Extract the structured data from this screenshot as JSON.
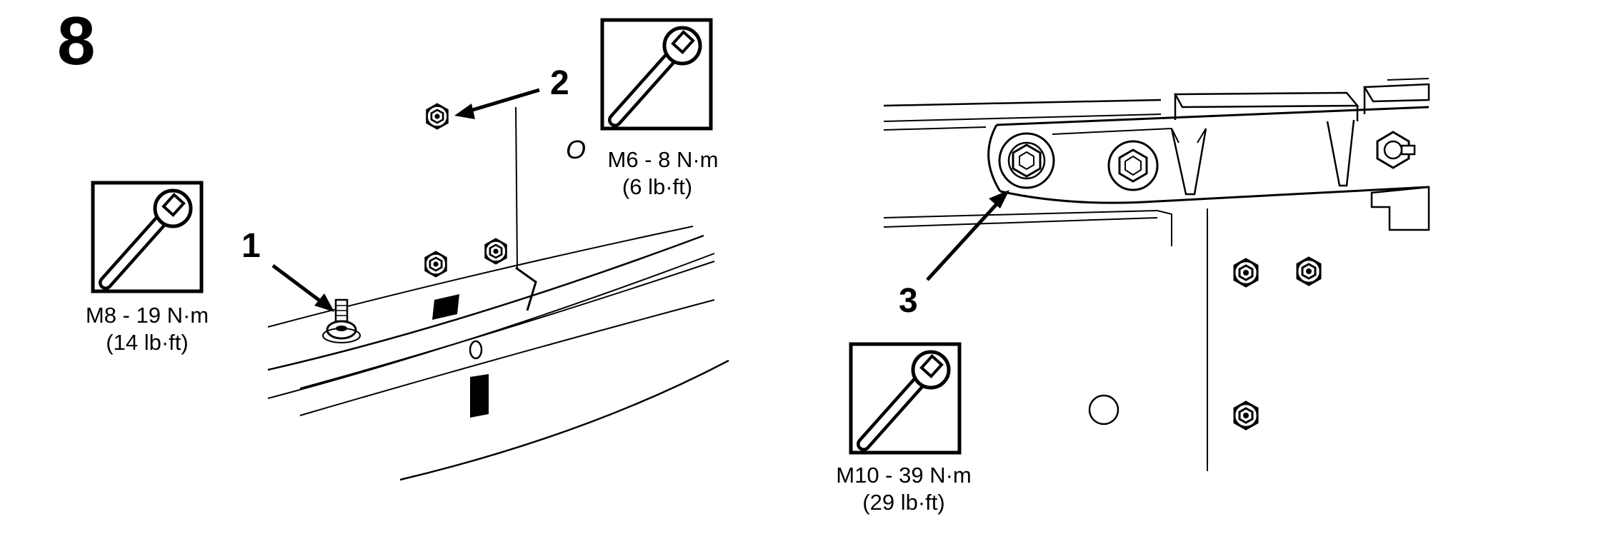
{
  "step": {
    "number": "8"
  },
  "callouts": {
    "c1": "1",
    "c2": "2",
    "c3": "3"
  },
  "torque_specs": {
    "m8": {
      "metric": "M8 - 19 N·m",
      "imperial": "(14 lb·ft)"
    },
    "m6": {
      "metric": "M6 - 8 N·m",
      "imperial": "(6 lb·ft)"
    },
    "m10": {
      "metric": "M10 - 39 N·m",
      "imperial": "(29 lb·ft)"
    }
  },
  "marks": {
    "circle_note": "O",
    "circle_marker": "O"
  },
  "icons": {
    "wrench": "open-end-wrench-icon"
  }
}
